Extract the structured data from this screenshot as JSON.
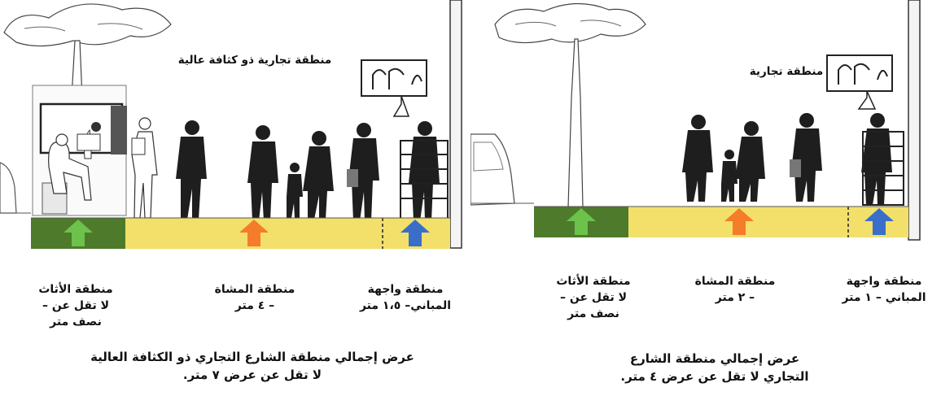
{
  "colors": {
    "furniture_zone": "#4e7a2c",
    "pedestrian_zone": "#f2e06a",
    "frontage_zone": "#f2e06a",
    "arrow_furniture": "#6cc24a",
    "arrow_pedestrian": "#f47c2a",
    "arrow_frontage": "#3a6fc9",
    "figures": "#1e1e1e"
  },
  "icons": [
    "tree-icon",
    "kiosk-icon",
    "pedestrian-figure-icon",
    "hanging-sign-icon",
    "shelf-display-icon",
    "car-icon",
    "up-arrow-icon"
  ],
  "left_panel": {
    "headline": "منطقة تجارية ذو كثافة عالية",
    "furniture_zone": {
      "line1": "منطقة الأثاث",
      "line2": "لا تقل عن –",
      "line3": "نصف متر"
    },
    "pedestrian_zone": {
      "line1": "منطقة المشاة",
      "line2": "– ٤ متر"
    },
    "frontage_zone": {
      "line1": "منطقة واجهة",
      "line2": "المباني– ١،٥ متر"
    },
    "total": {
      "line1": "عرض إجمالي منطقة الشارع التجاري ذو الكثافة العالية",
      "line2": "لا تقل عن عرض ٧ متر."
    }
  },
  "right_panel": {
    "headline": "منطقة تجارية",
    "furniture_zone": {
      "line1": "منطقة الأثاث",
      "line2": "لا تقل عن –",
      "line3": "نصف متر"
    },
    "pedestrian_zone": {
      "line1": "منطقة المشاة",
      "line2": "– ٢ متر"
    },
    "frontage_zone": {
      "line1": "منطقة واجهة",
      "line2": "المباني – ١ متر"
    },
    "total": {
      "line1": "عرض إجمالي منطقة الشارع",
      "line2": "التجاري لا تقل عن عرض ٤ متر."
    }
  }
}
